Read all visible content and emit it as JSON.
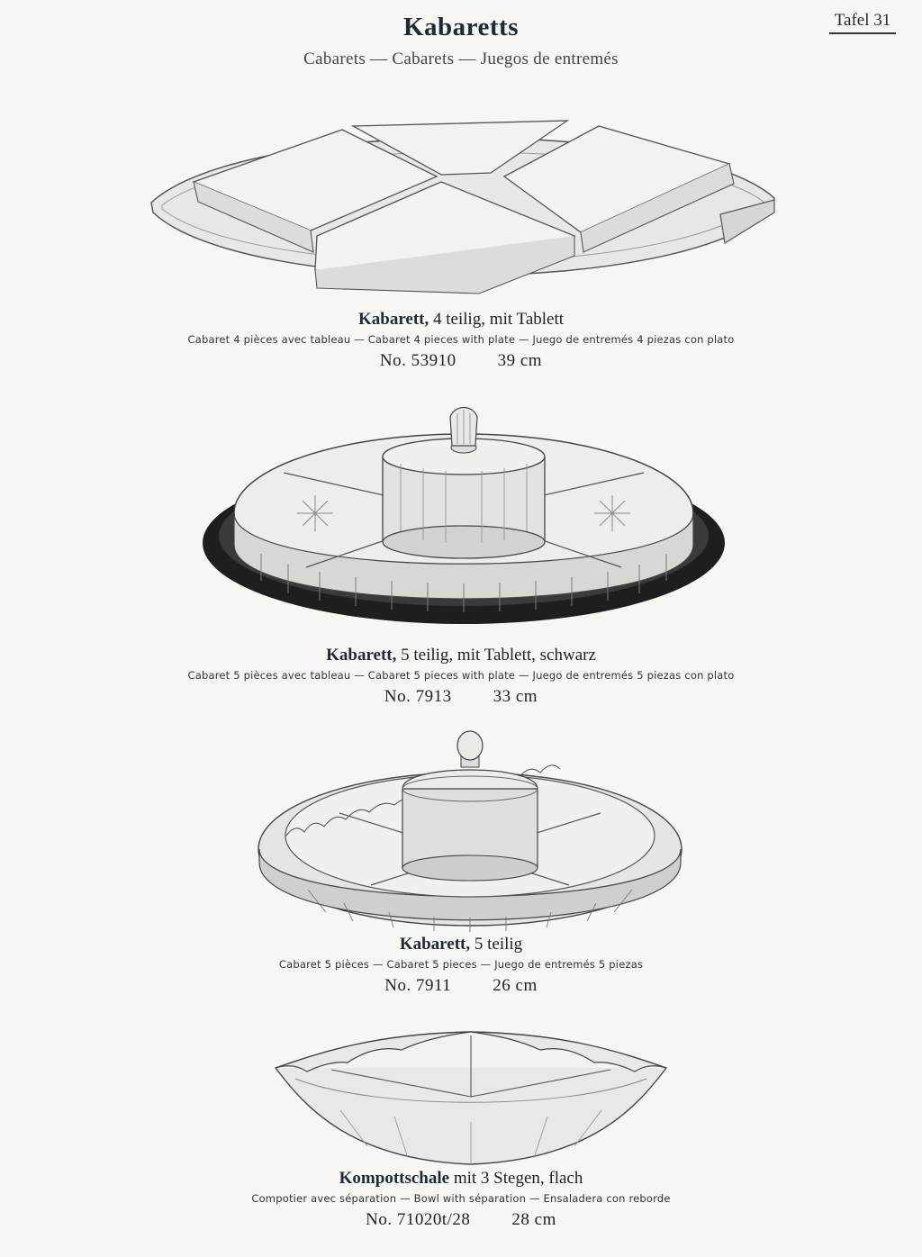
{
  "plate_label": "Tafel 31",
  "title": "Kabaretts",
  "subtitle": "Cabarets — Cabarets — Juegos de entremés",
  "items": [
    {
      "name_bold": "Kabarett,",
      "name_rest": " 4 teilig, mit Tablett",
      "translations": "Cabaret 4 pièces avec tableau — Cabaret 4 pieces with plate — Juego de entremés 4 piezas con plato",
      "number": "No. 53910",
      "size": "39 cm"
    },
    {
      "name_bold": "Kabarett,",
      "name_rest": " 5 teilig, mit Tablett, schwarz",
      "translations": "Cabaret 5 pièces avec tableau — Cabaret 5 pieces with plate — Juego de entremés 5 piezas con plato",
      "number": "No. 7913",
      "size": "33 cm"
    },
    {
      "name_bold": "Kabarett,",
      "name_rest": " 5 teilig",
      "translations": "Cabaret 5 pièces — Cabaret 5 pieces — Juego de entremés 5 piezas",
      "number": "No. 7911",
      "size": "26 cm"
    },
    {
      "name_bold": "Kompottschale",
      "name_rest": " mit 3 Stegen, flach",
      "translations": "Compotier avec séparation — Bowl with séparation — Ensaladera con reborde",
      "number": "No. 71020t/28",
      "size": "28 cm"
    }
  ]
}
